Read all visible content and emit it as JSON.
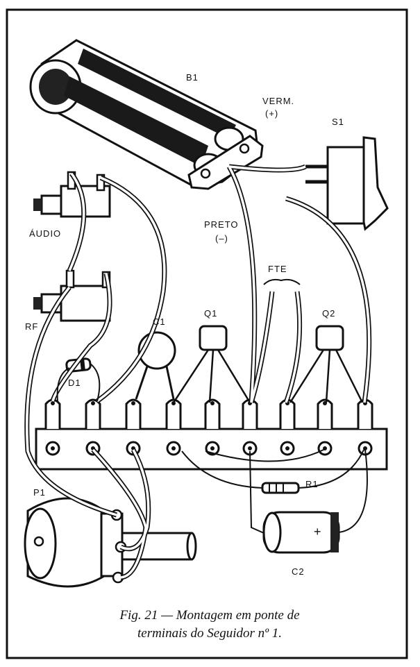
{
  "labels": {
    "b1": "B1",
    "verm": "VERM.",
    "verm_sign": "(+)",
    "s1": "S1",
    "preto": "PRETO",
    "preto_sign": "(–)",
    "audio": "ÁUDIO",
    "fte": "FTE",
    "rf": "RF",
    "c1": "C1",
    "q1": "Q1",
    "q2": "Q2",
    "d1": "D1",
    "r1": "R1",
    "p1": "P1",
    "c2": "C2",
    "c2_plus": "+"
  },
  "caption": {
    "line1": "Fig. 21 — Montagem em ponte de",
    "line2": "terminais do Seguidor nº 1."
  },
  "colors": {
    "ink": "#111111",
    "paper": "#ffffff"
  }
}
